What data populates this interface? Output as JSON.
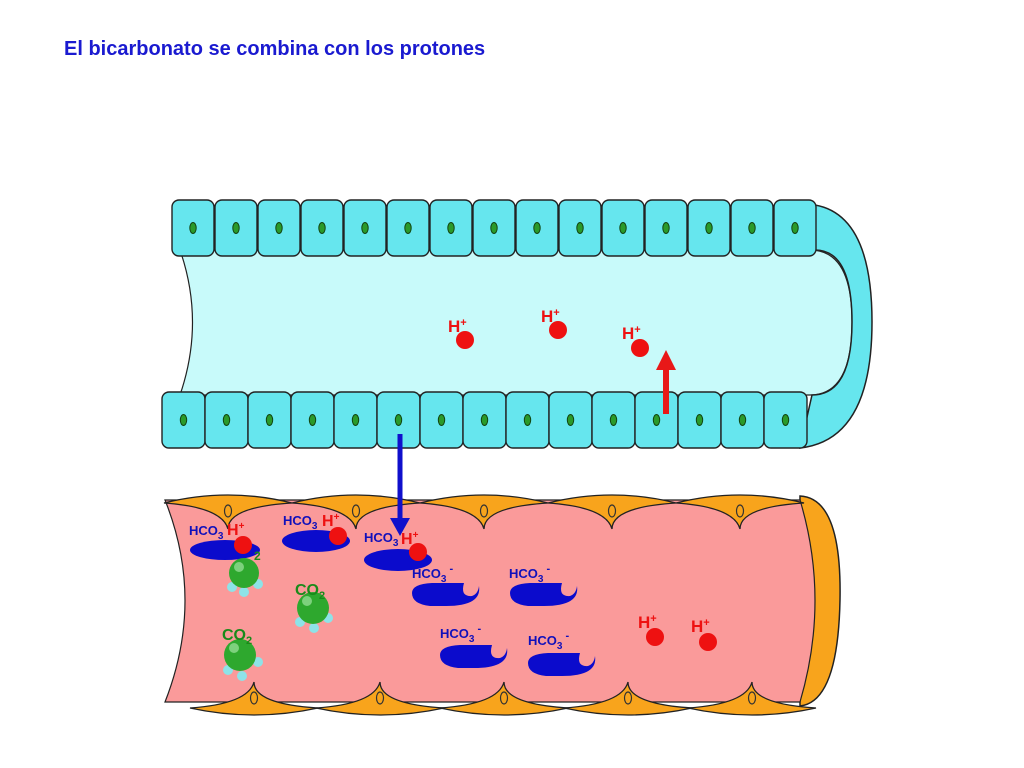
{
  "title": "El bicarbonato se combina con los protones",
  "labels": {
    "h": "H",
    "plus": "+",
    "hco3": "HCO",
    "sub3": "3",
    "minus": "-",
    "co": "CO",
    "sub2": "2"
  },
  "colors": {
    "title": "#1a1ad0",
    "tubule_cell": "#66e6ee",
    "tubule_lumen": "#c8fafa",
    "capillary_lumen": "#fa9a9a",
    "endothelial_cell": "#f8a41c",
    "proton": "#ee1111",
    "bicarbonate": "#0b0bcc",
    "co2_molecule": "#2ea82e",
    "secretion_arrow": "#e81818",
    "transfer_arrow": "#1010cc"
  }
}
